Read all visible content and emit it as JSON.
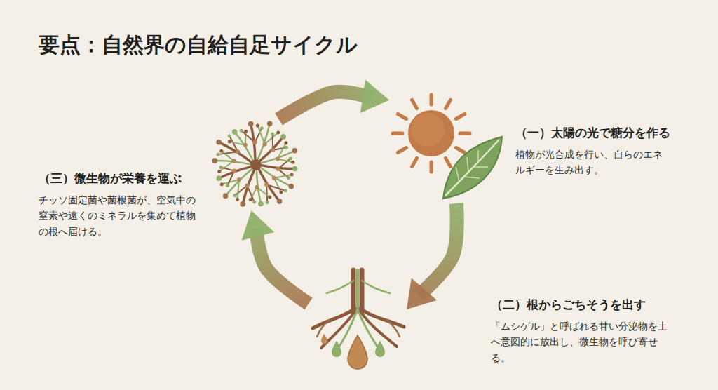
{
  "diagram": {
    "title": "要点：自然界の自給自足サイクル",
    "nodes": [
      {
        "text": [
          "（一）太陽の光で糖分を作る",
          "植物が光合成を行い、自らのエネルギーを生み出す。"
        ]
      },
      {
        "text": [
          "（二）根からごちそうを出す",
          "「ムシゲル」と呼ばれる甘い分泌物を土へ意図的に放出し、微生物を呼び寄せる。"
        ]
      },
      {
        "text": [
          "（三）微生物が栄養を運ぶ",
          "チッソ固定菌や菌根菌が、空気中の窒素や遠くのミネラルを集めて植物の根へ届ける。"
        ]
      }
    ],
    "edges": [
      {
        "from": 0,
        "to": 1,
        "arrow": "to"
      },
      {
        "from": 1,
        "to": 2,
        "arrow": "to"
      },
      {
        "from": 2,
        "to": 0,
        "arrow": "to"
      }
    ]
  }
}
